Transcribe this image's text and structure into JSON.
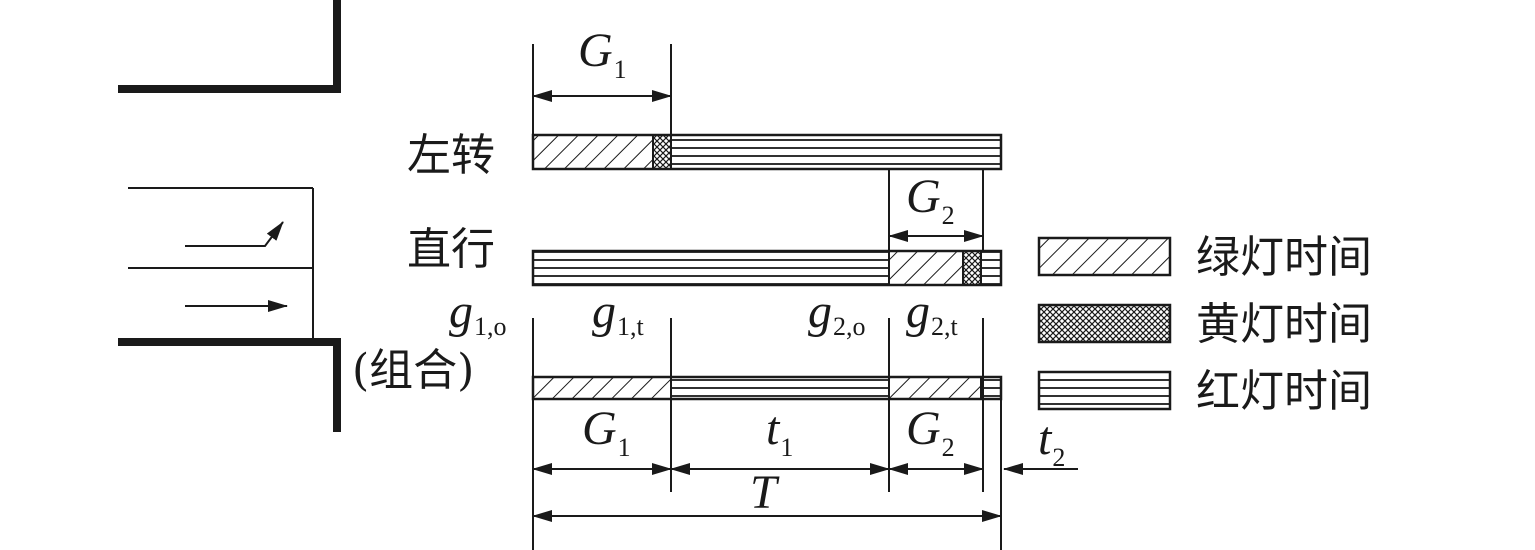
{
  "rows": {
    "left_turn": "左转",
    "straight": "直行",
    "combined": "(组合)"
  },
  "labels": {
    "G1_top": {
      "main": "G",
      "sub": "1"
    },
    "G2_top": {
      "main": "G",
      "sub": "2"
    },
    "g1o": {
      "main": "g",
      "sub": "1,o"
    },
    "g1t": {
      "main": "g",
      "sub": "1,t"
    },
    "g2o": {
      "main": "g",
      "sub": "2,o"
    },
    "g2t": {
      "main": "g",
      "sub": "2,t"
    },
    "G1_bot": {
      "main": "G",
      "sub": "1"
    },
    "t1": {
      "main": "t",
      "sub": "1"
    },
    "G2_bot": {
      "main": "G",
      "sub": "2"
    },
    "t2": {
      "main": "t",
      "sub": "2"
    },
    "T": {
      "main": "T"
    }
  },
  "legend": {
    "green": "绿灯时间",
    "yellow": "黄灯时间",
    "red": "红灯时间"
  },
  "colors": {
    "ink": "#1a1a1a",
    "background": "#ffffff"
  }
}
